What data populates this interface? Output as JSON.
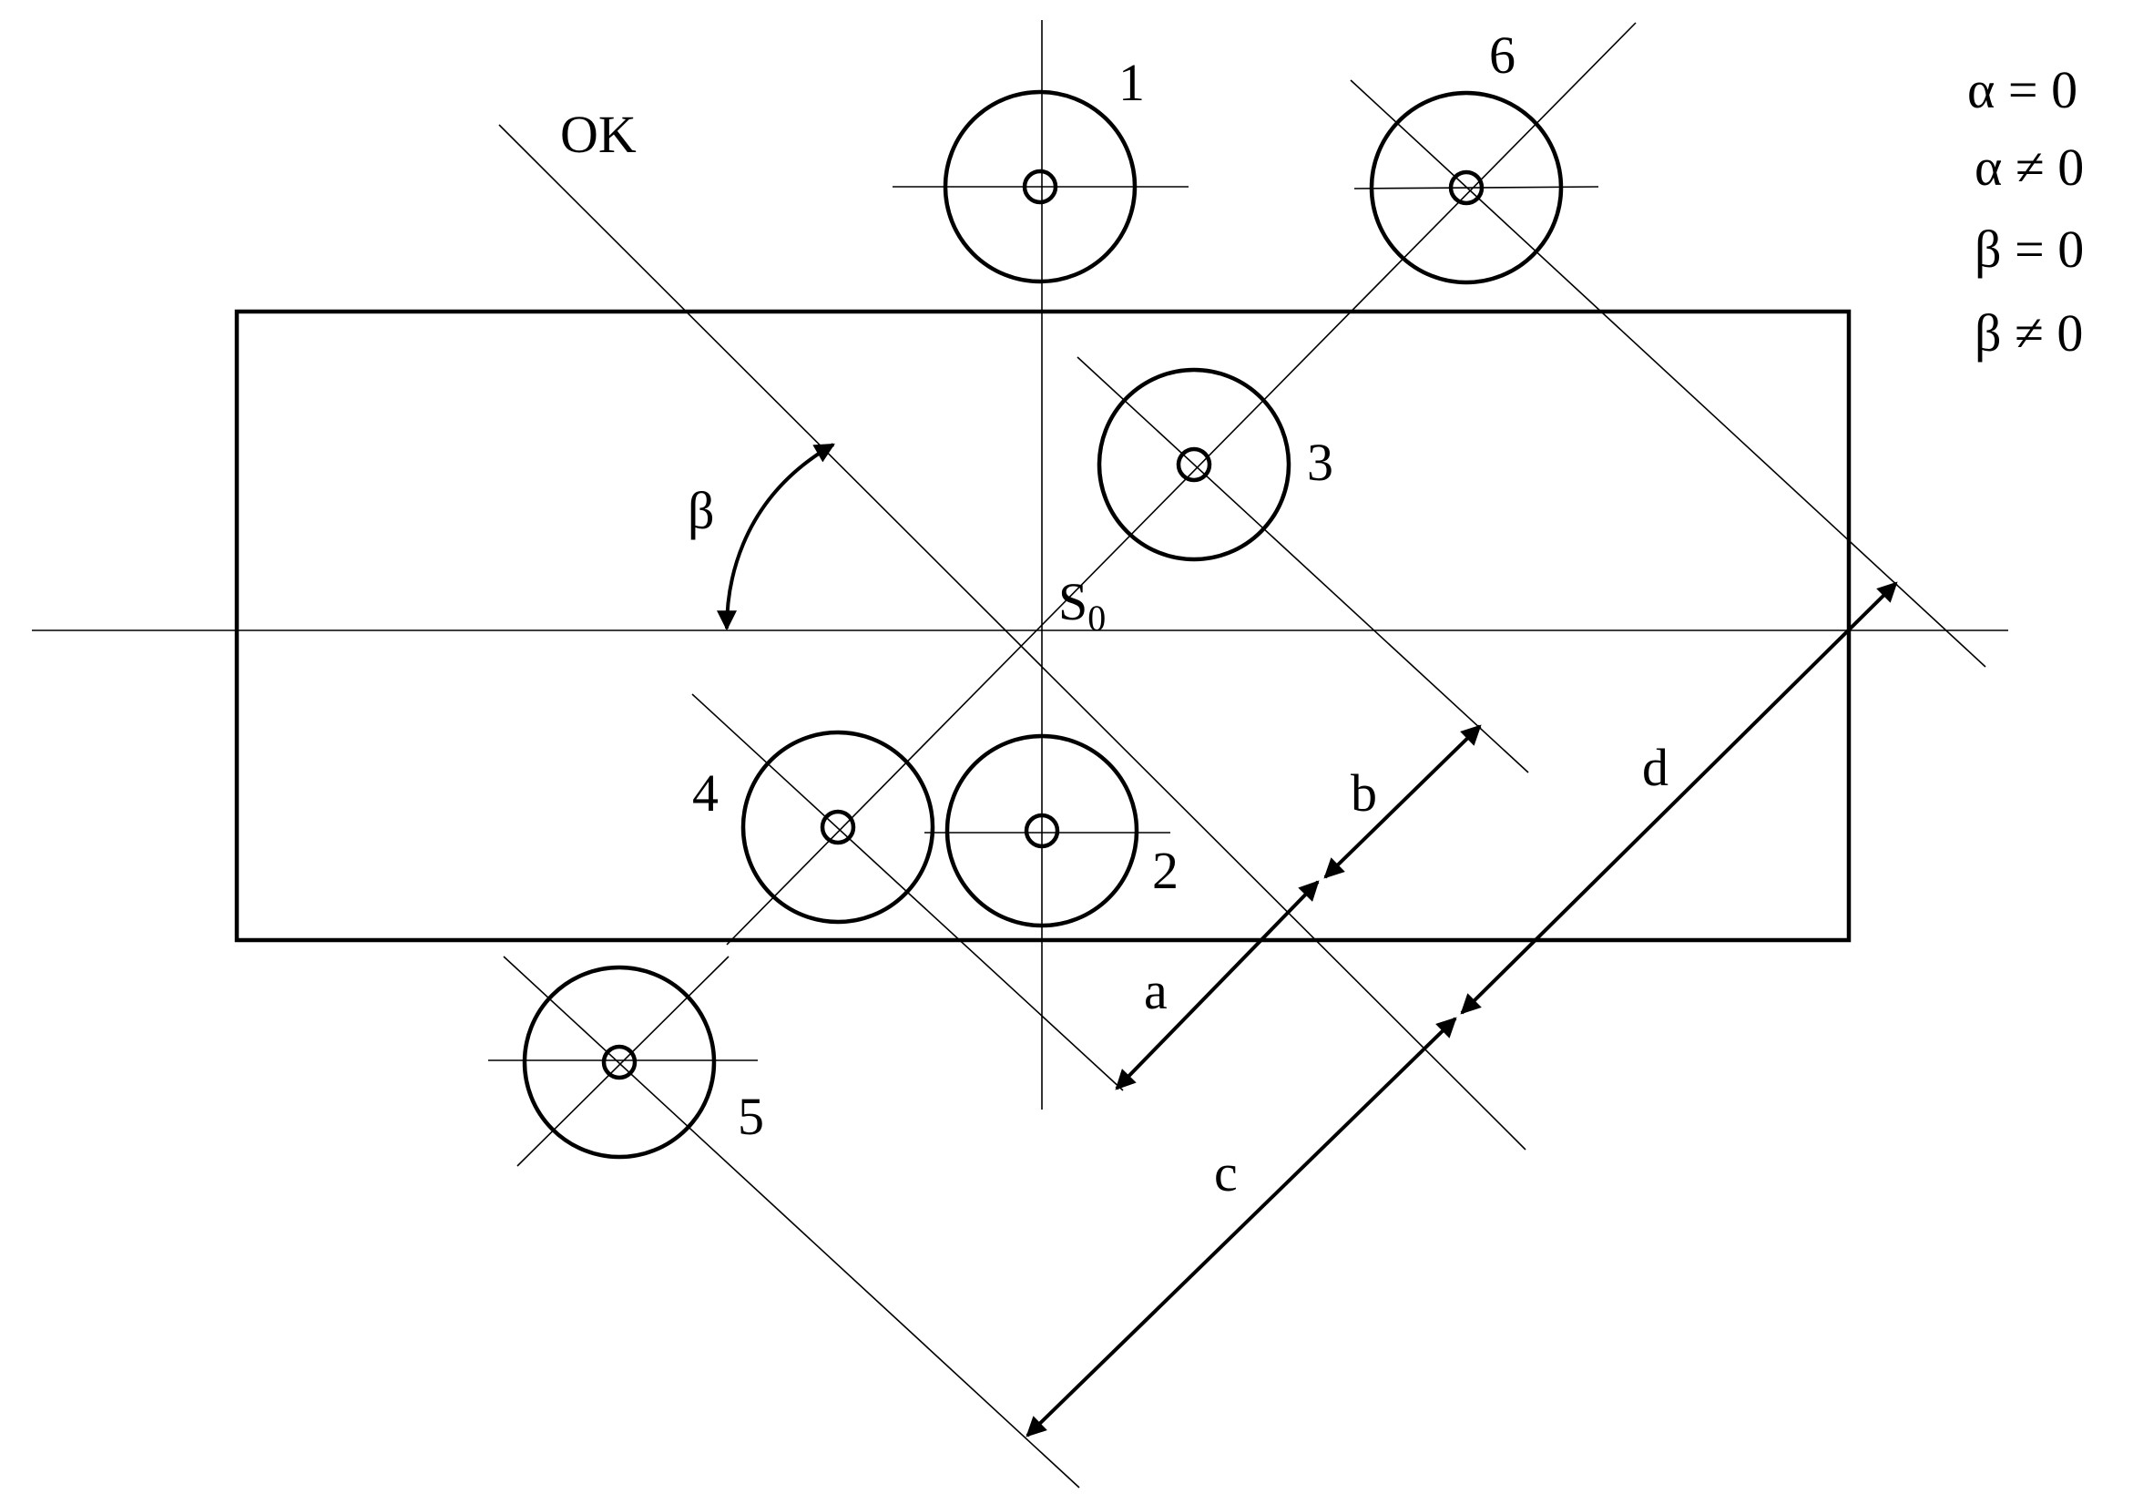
{
  "labels": {
    "ok": "OK",
    "center": "S",
    "center_sub": "0",
    "angle": "β"
  },
  "points": [
    {
      "id": "1",
      "label": "1"
    },
    {
      "id": "2",
      "label": "2"
    },
    {
      "id": "3",
      "label": "3"
    },
    {
      "id": "4",
      "label": "4"
    },
    {
      "id": "5",
      "label": "5"
    },
    {
      "id": "6",
      "label": "6"
    }
  ],
  "dimensions": {
    "a": "a",
    "b": "b",
    "c": "c",
    "d": "d"
  },
  "legend": [
    "α = 0",
    "α ≠ 0",
    "β = 0",
    "β  ≠ 0"
  ]
}
